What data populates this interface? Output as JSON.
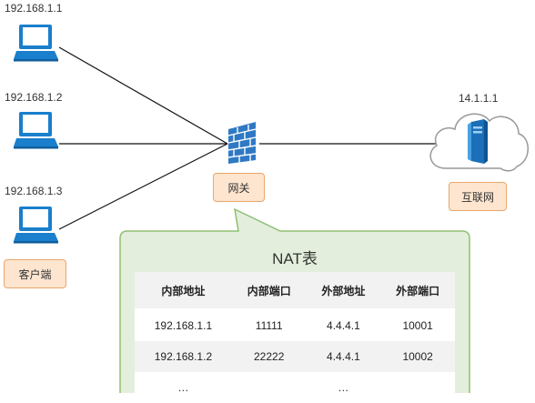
{
  "hosts": [
    {
      "ip": "192.168.1.1"
    },
    {
      "ip": "192.168.1.2"
    },
    {
      "ip": "192.168.1.3"
    }
  ],
  "client_label": "客户端",
  "gateway_label": "网关",
  "internet_ip": "14.1.1.1",
  "internet_label": "互联网",
  "nat_table": {
    "title": "NAT表",
    "headers": [
      "内部地址",
      "内部端口",
      "外部地址",
      "外部端口"
    ],
    "rows": [
      [
        "192.168.1.1",
        "11111",
        "4.4.4.1",
        "10001"
      ],
      [
        "192.168.1.2",
        "22222",
        "4.4.4.1",
        "10002"
      ],
      [
        "…",
        "",
        "…",
        ""
      ]
    ]
  },
  "colors": {
    "laptop": "#1a7fcc",
    "label_fill": "#fde5cf",
    "label_border": "#e9a76a",
    "callout_fill": "#e3efdc",
    "callout_border": "#8fbf72",
    "firewall": "#2f79c4"
  }
}
